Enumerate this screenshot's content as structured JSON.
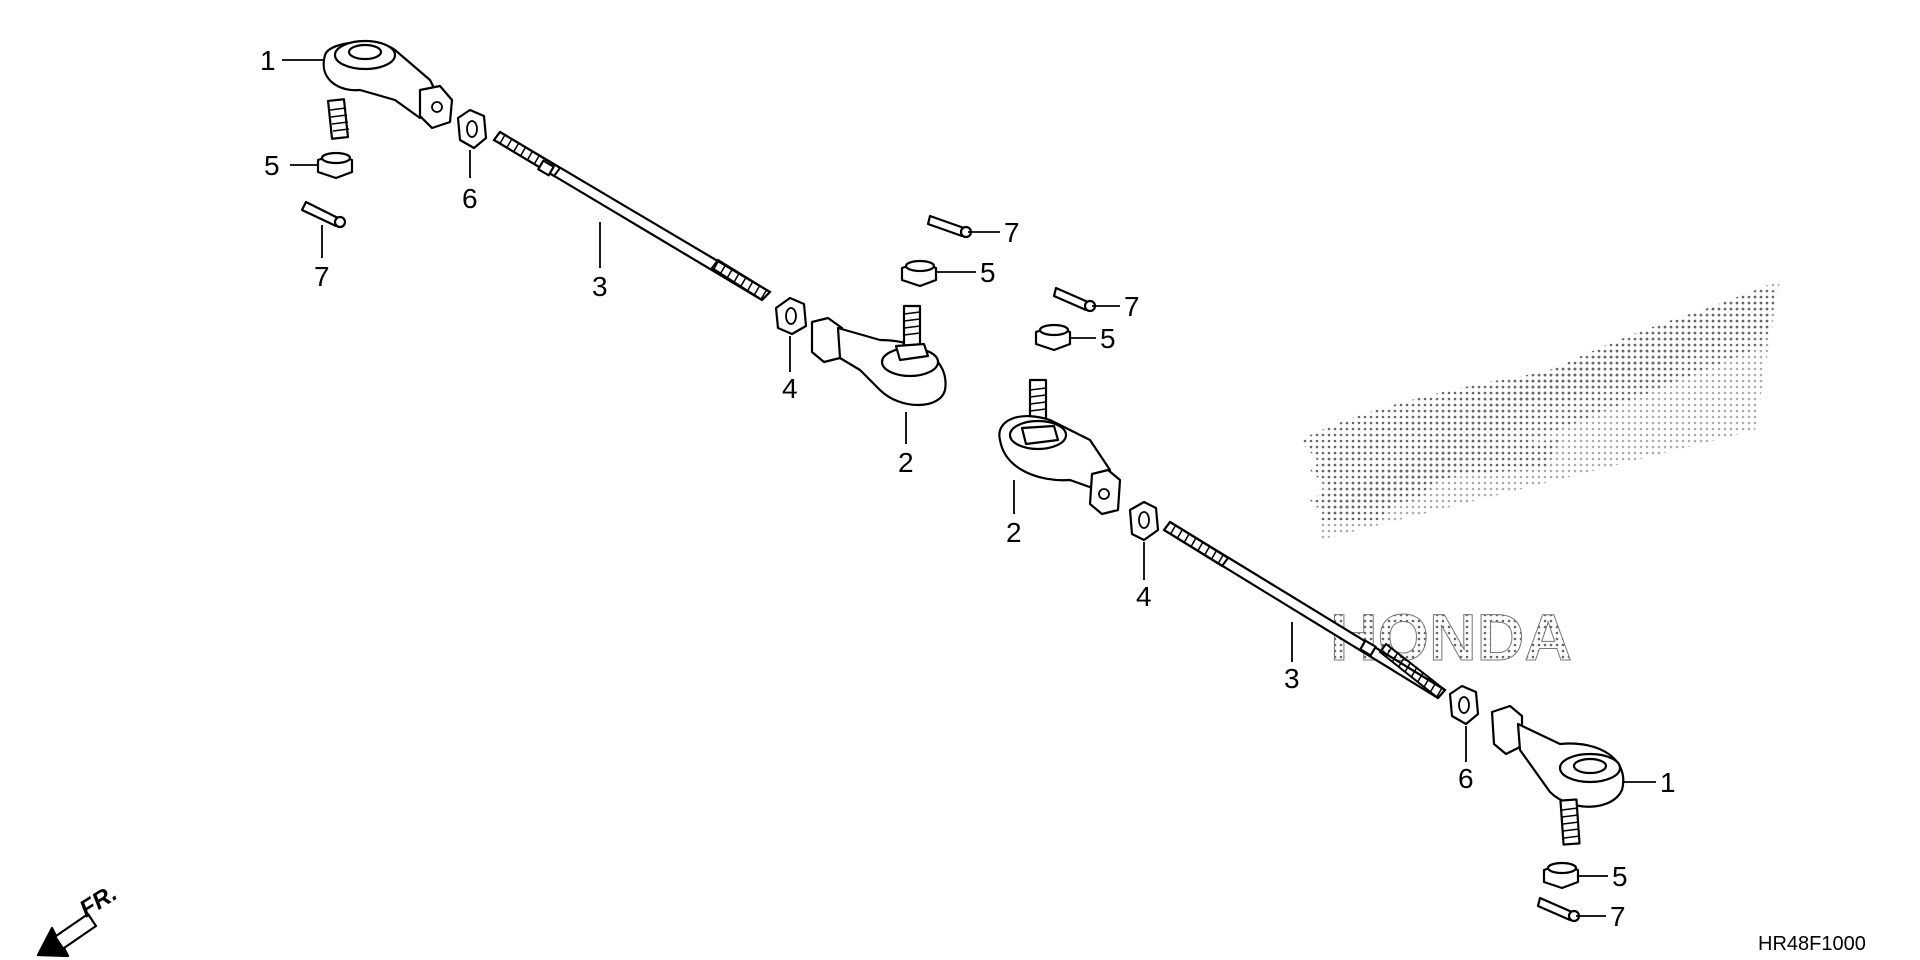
{
  "diagram": {
    "code": "HR48F1000",
    "front_label": "FR.",
    "logo_text": "HONDA",
    "callouts": {
      "tie_rod_end_outer_left": "1",
      "tie_rod_end_outer_right": "1",
      "tie_rod_end_inner_left": "2",
      "tie_rod_end_inner_right": "2",
      "tie_rod_left": "3",
      "tie_rod_right": "3",
      "lock_nut_left": "4",
      "lock_nut_right": "4",
      "castle_nut_upper_left": "5",
      "castle_nut_mid_left": "5",
      "castle_nut_mid_right": "5",
      "castle_nut_lower_right": "5",
      "lock_nut_6_left": "6",
      "lock_nut_6_right": "6",
      "cotter_pin_upper_left": "7",
      "cotter_pin_mid_left": "7",
      "cotter_pin_mid_right": "7",
      "cotter_pin_lower_right": "7"
    },
    "icons": [
      "front-arrow-icon",
      "honda-wing-watermark"
    ]
  }
}
